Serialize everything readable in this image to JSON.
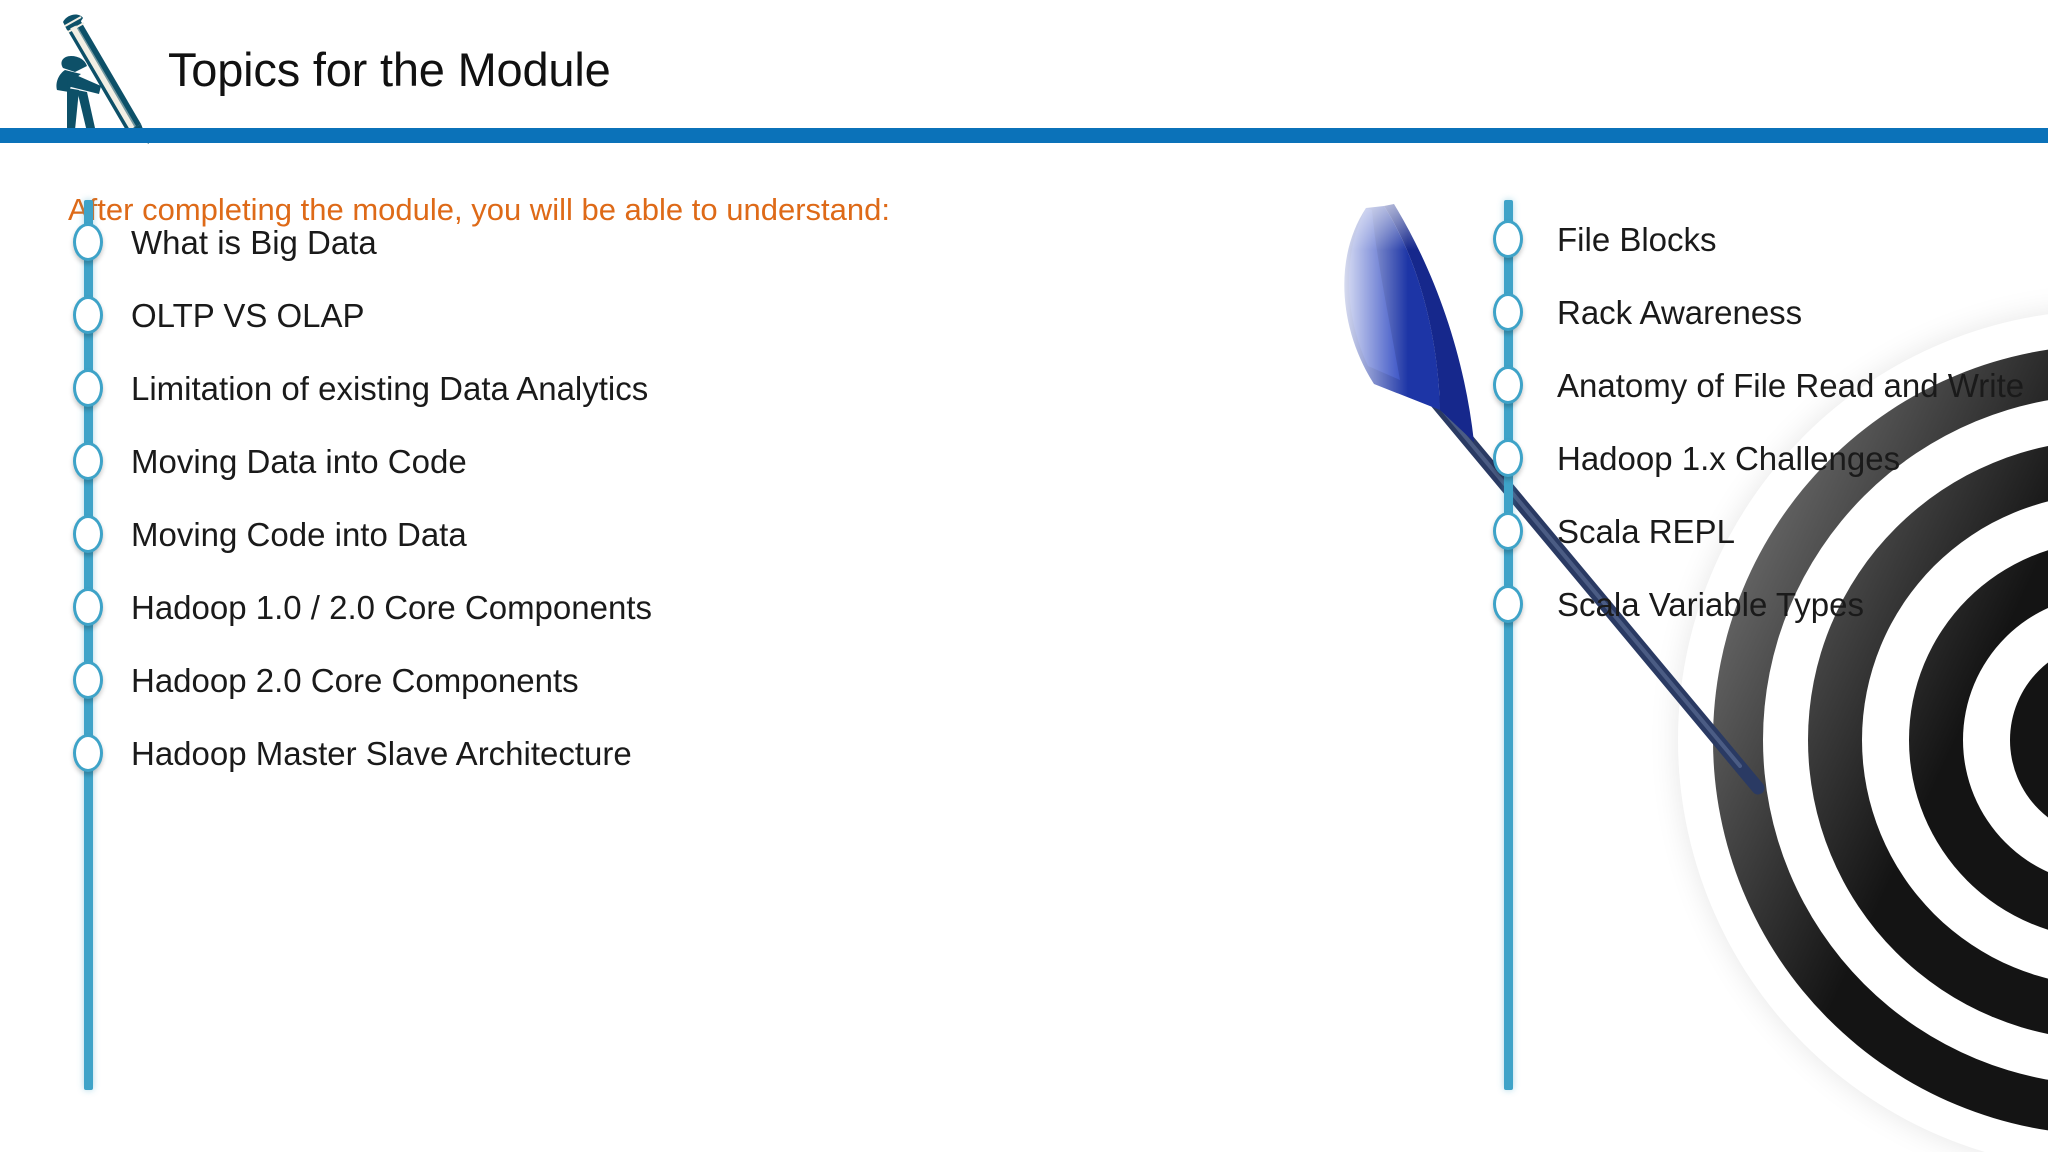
{
  "slide": {
    "title": "Topics for the Module",
    "subtitle": "After completing the module, you will be able to understand:",
    "accent_bar_color": "#0b72b9",
    "subtitle_color": "#de6a18",
    "bullet_color": "#3ea3c8",
    "title_color": "#111111",
    "background_color": "#ffffff"
  },
  "logo": {
    "name": "person-with-pencil-logo",
    "color": "#0d5068"
  },
  "columns": {
    "left": [
      {
        "label": "What is Big Data"
      },
      {
        "label": "OLTP VS OLAP"
      },
      {
        "label": "Limitation of existing Data Analytics"
      },
      {
        "label": "Moving Data into Code"
      },
      {
        "label": "Moving Code into Data"
      },
      {
        "label": "Hadoop 1.0 / 2.0  Core Components"
      },
      {
        "label": "Hadoop 2.0 Core Components"
      },
      {
        "label": "Hadoop Master Slave Architecture"
      }
    ],
    "right": [
      {
        "label": "File Blocks"
      },
      {
        "label": "Rack Awareness"
      },
      {
        "label": "Anatomy of File Read and Write"
      },
      {
        "label": "Hadoop 1.x Challenges"
      },
      {
        "label": "Scala REPL"
      },
      {
        "label": "Scala Variable Types"
      }
    ]
  },
  "artwork": {
    "name": "dartboard-with-dart",
    "dart_flight_color": "#1d35a6",
    "board_ring_colors": [
      "#ffffff",
      "#141414"
    ]
  }
}
